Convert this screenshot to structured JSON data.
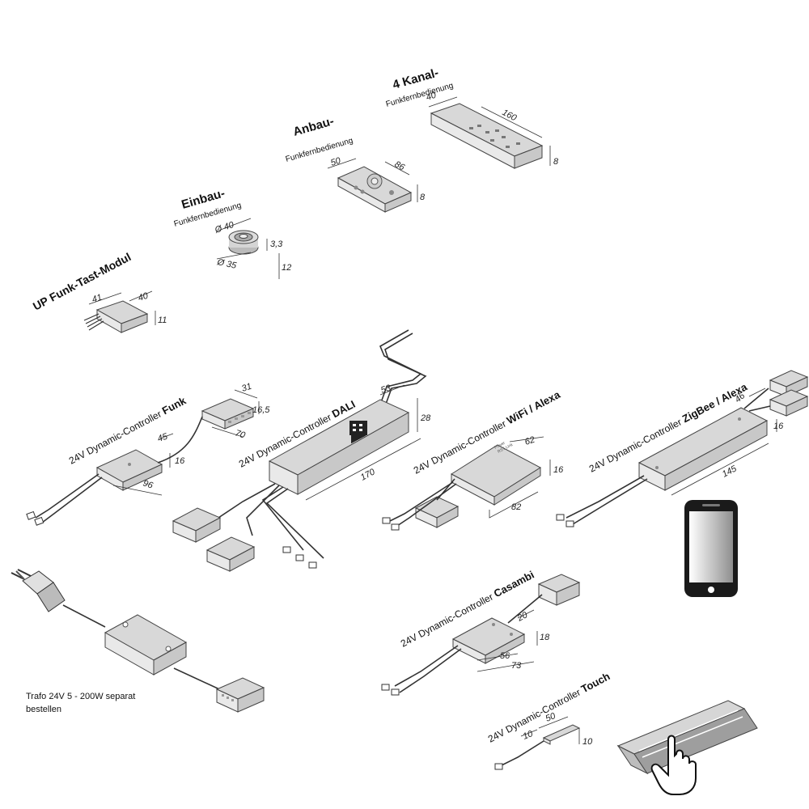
{
  "labels": {
    "four_channel_title": "4 Kanal-",
    "four_channel_sub": "Funkfernbedienung",
    "anbau_title": "Anbau-",
    "anbau_sub": "Funkfernbedienung",
    "einbau_title": "Einbau-",
    "einbau_sub": "Funkfernbedienung",
    "up_modul": "UP Funk-Tast-Modul",
    "ctl_prefix": "24V Dynamic-Controller",
    "ctl_funk": "Funk",
    "ctl_dali": "DALI",
    "ctl_wifi": "WiFi / Alexa",
    "ctl_zigbee": "ZigBee / Alexa",
    "ctl_casambi": "Casambi",
    "ctl_touch": "Touch",
    "trafo_line1": "Trafo 24V 5 - 200W separat",
    "trafo_line2": "bestellen",
    "wifi_print1": "Power",
    "wifi_print2": "RST Link"
  },
  "dimensions": {
    "four_channel": {
      "depth": "40",
      "length": "160",
      "height": "8"
    },
    "anbau": {
      "depth": "50",
      "length": "86",
      "height": "8"
    },
    "einbau": {
      "outer_diameter": "Ø 40",
      "inner_diameter": "Ø 35",
      "height_a": "3,3",
      "height_b": "12"
    },
    "up_modul": {
      "length": "41",
      "depth": "40",
      "height": "11"
    },
    "funk": {
      "dist_a": "31",
      "dist_b": "16,5",
      "dist_c": "70",
      "depth": "45",
      "height": "16",
      "length": "96"
    },
    "dali": {
      "depth": "53",
      "height": "28",
      "length": "170"
    },
    "wifi": {
      "depth": "62",
      "height": "16",
      "length": "82"
    },
    "zigbee": {
      "depth": "46",
      "height": "16",
      "length": "145"
    },
    "casambi": {
      "depth": "20",
      "height": "18",
      "length_a": "56",
      "length_b": "73"
    },
    "touch": {
      "length": "50",
      "offset": "10",
      "height": "10"
    }
  },
  "icons": [
    "smartphone-icon",
    "hand-pointer-icon",
    "power-plug-icon"
  ],
  "colors": {
    "device_fill": "#e9e9e9",
    "device_stroke": "#444444",
    "phone_body": "#1a1a1a"
  }
}
